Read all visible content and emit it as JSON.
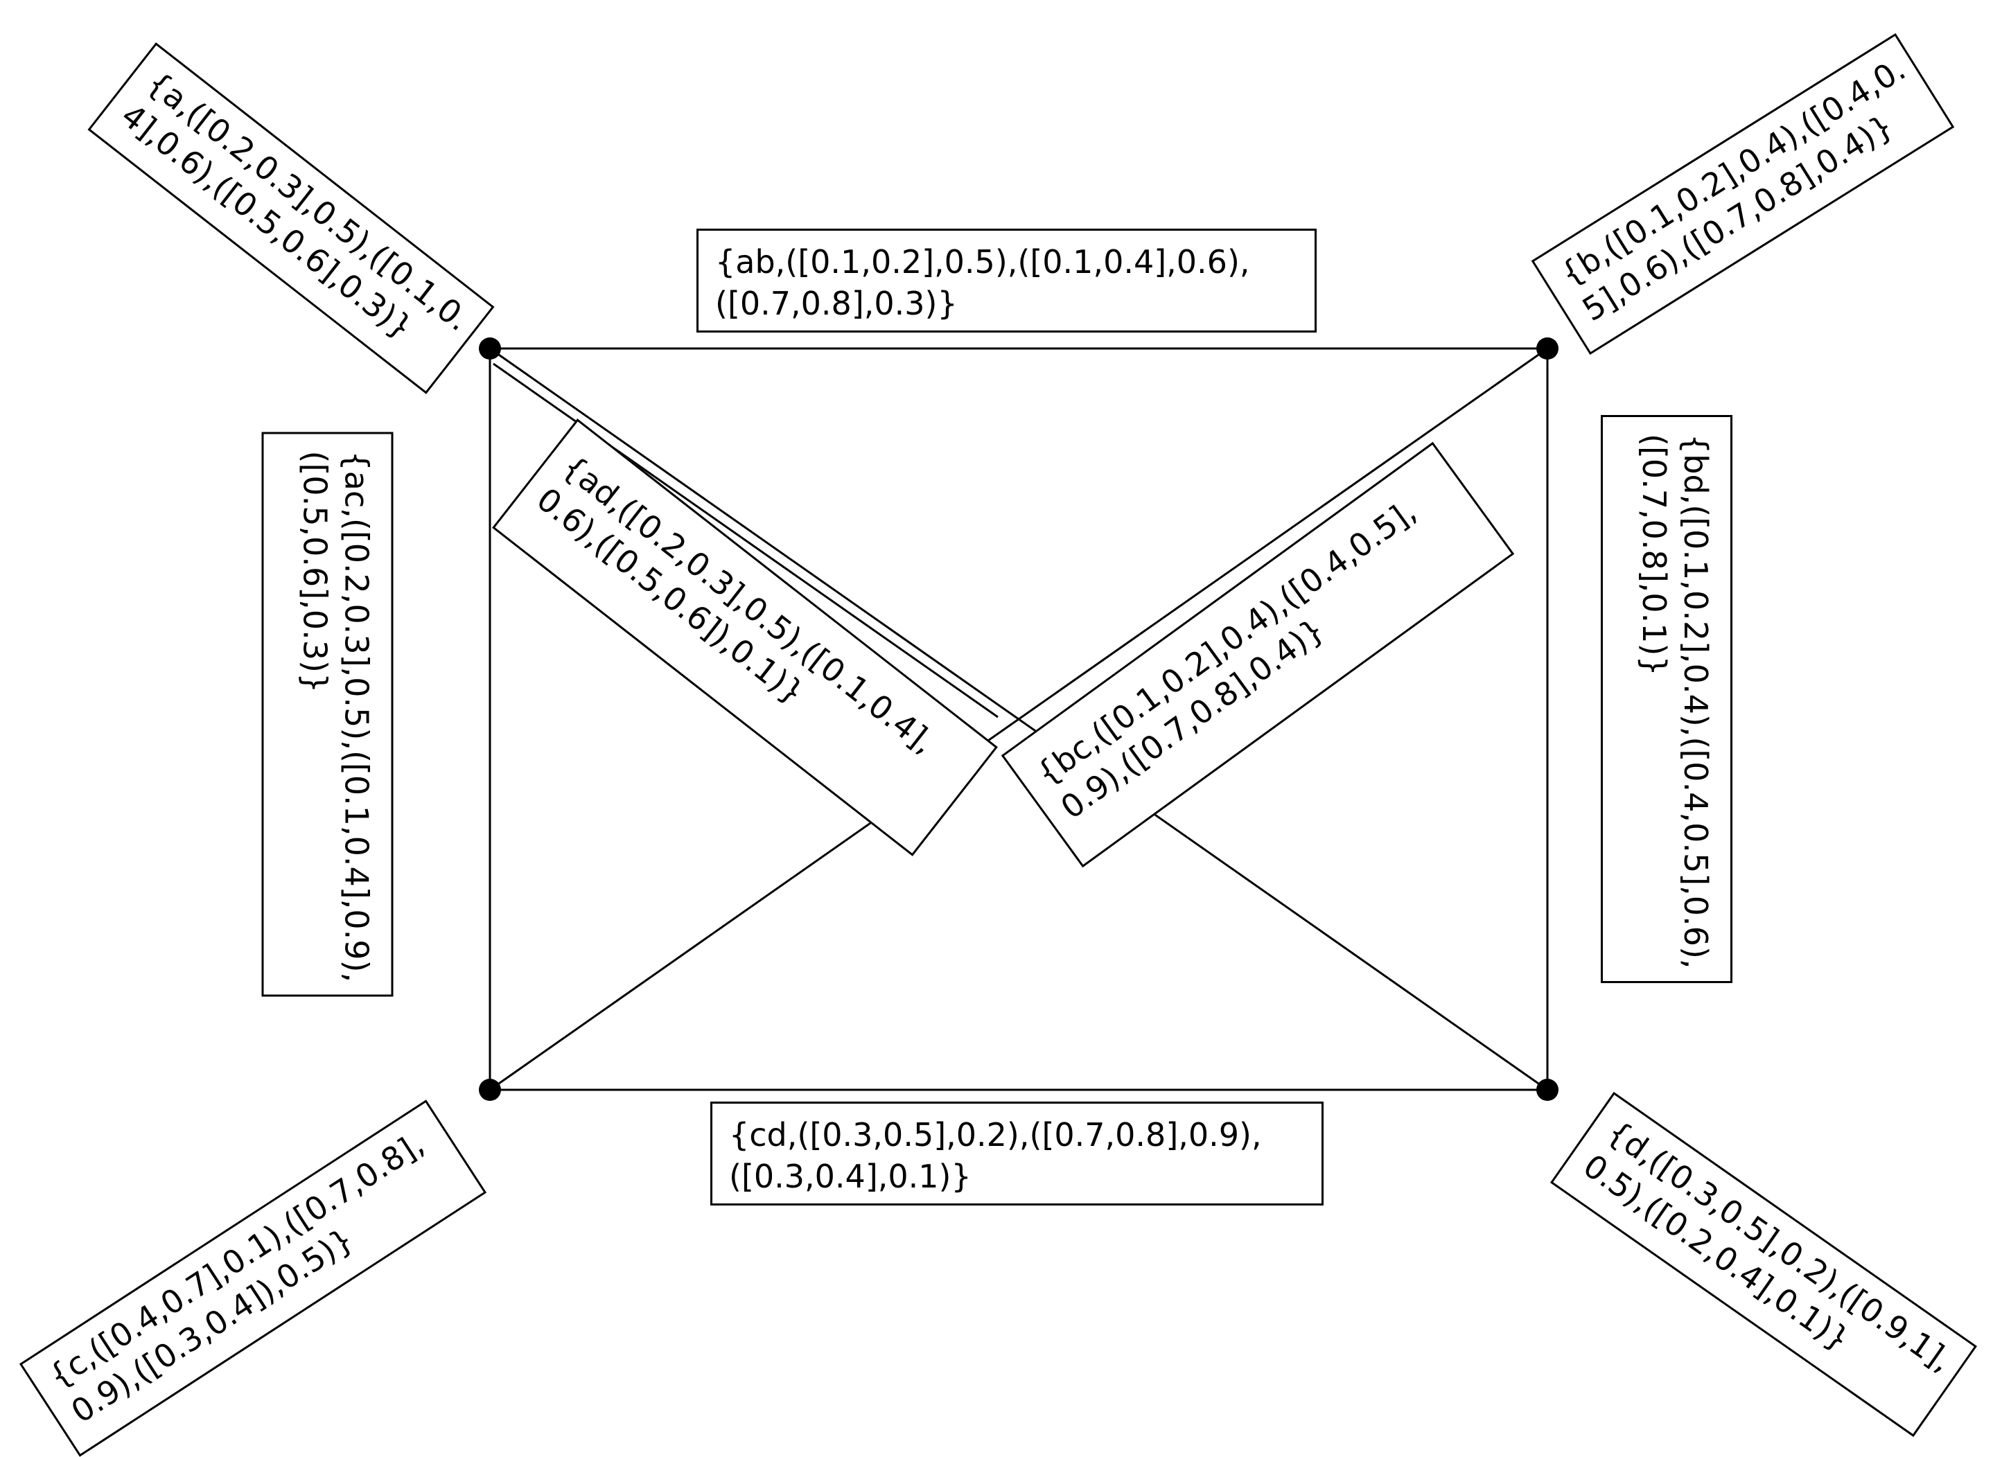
{
  "diagram": {
    "vertex_labels": {
      "a": [
        "{a,([0.2,0.3],0.5),([0.1,0.",
        "4],0.6),([0.5,0.6],0.3)}"
      ],
      "b": [
        "{b,([0.1,0.2],0.4),([0.4,0.",
        "5],0.6),([0.7,0.8],0.4)}"
      ],
      "c": [
        "{c,([0.4,0.7],0.1),([0.7,0.8],",
        "0.9),([0.3,0.4]),0.5)}"
      ],
      "d": [
        "{d,([0.3,0.5],0.2),([0.9,1],",
        "0.5),([0.2,0.4],0.1)}"
      ]
    },
    "edge_labels": {
      "ab": [
        "{ab,([0.1,0.2],0.5),([0.1,0.4],0.6),",
        "([0.7,0.8],0.3)}"
      ],
      "cd": [
        "{cd,([0.3,0.5],0.2),([0.7,0.8],0.9),",
        "([0.3,0.4],0.1)}"
      ],
      "ac": [
        "{ac,([0.2,0.3],0.5),([0.1,0.4],0.9),",
        "([0.5,0.6],0.3)}"
      ],
      "bd": [
        "{bd,([0.1,0.2],0.4),([0.4,0.5],0.6),",
        "([0.7,0.8],0.1)}"
      ],
      "ad": [
        "{ad,([0.2,0.3],0.5),([0.1,0.4],",
        "0.6),([0.5,0.6]),0.1)}"
      ],
      "bc": [
        "{bc,([0.1,0.2],0.4),([0.4,0.5],",
        "0.9),([0.7,0.8],0.4)}"
      ]
    },
    "colors": {
      "stroke": "#000000",
      "background": "#ffffff"
    }
  }
}
